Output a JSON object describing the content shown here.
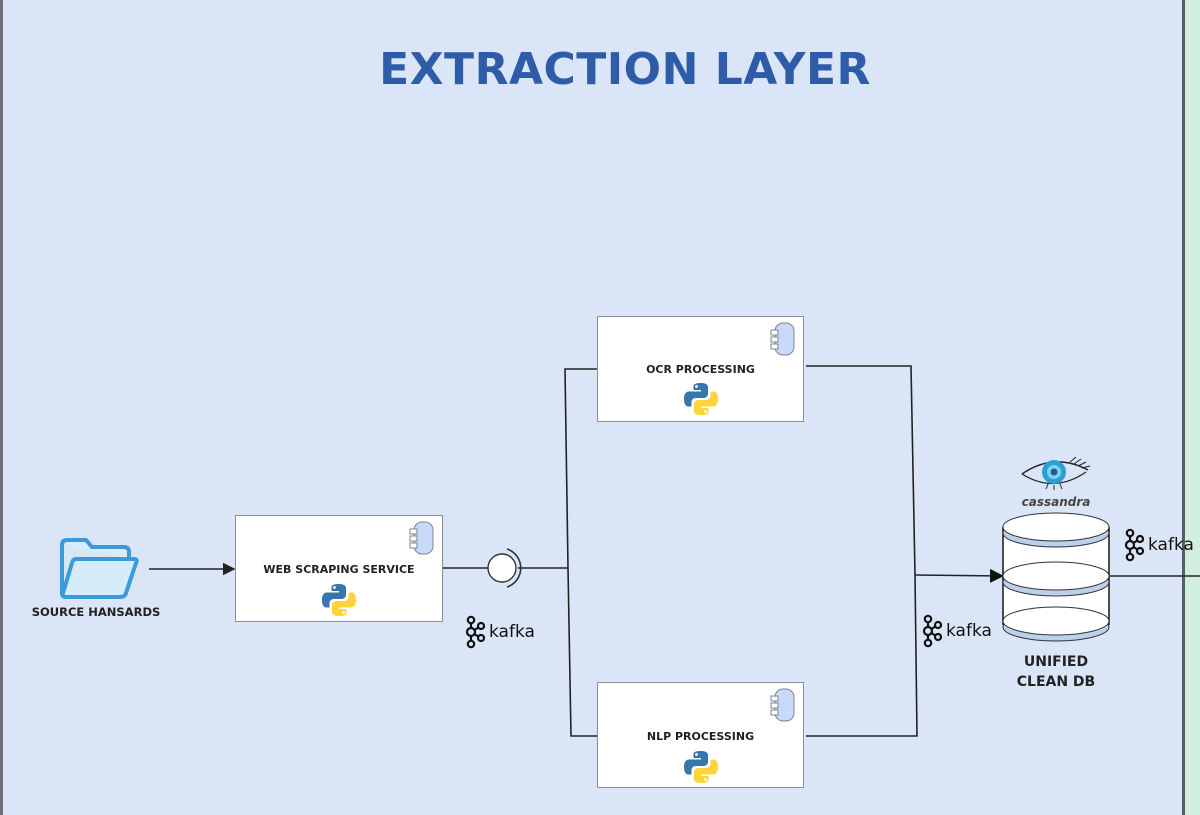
{
  "title": "EXTRACTION LAYER",
  "colors": {
    "layer_bg": "#dae6f7",
    "adjacent_layer_bg": "#d0efe0",
    "title": "#2f5ca8",
    "folder": "#3b9ad9",
    "component_icon": "#c9daf8",
    "python_blue": "#3776ab",
    "python_yellow": "#ffd43b"
  },
  "source": {
    "label": "SOURCE HANSARDS",
    "icon": "folder-icon"
  },
  "services": {
    "web_scraping": {
      "label": "WEB SCRAPING SERVICE",
      "tech": "python"
    },
    "ocr": {
      "label": "OCR PROCESSING",
      "tech": "python"
    },
    "nlp": {
      "label": "NLP PROCESSING",
      "tech": "python"
    }
  },
  "kafka": {
    "label": "kafka"
  },
  "database": {
    "label_line1": "UNIFIED",
    "label_line2": "CLEAN DB",
    "brand": "cassandra"
  }
}
